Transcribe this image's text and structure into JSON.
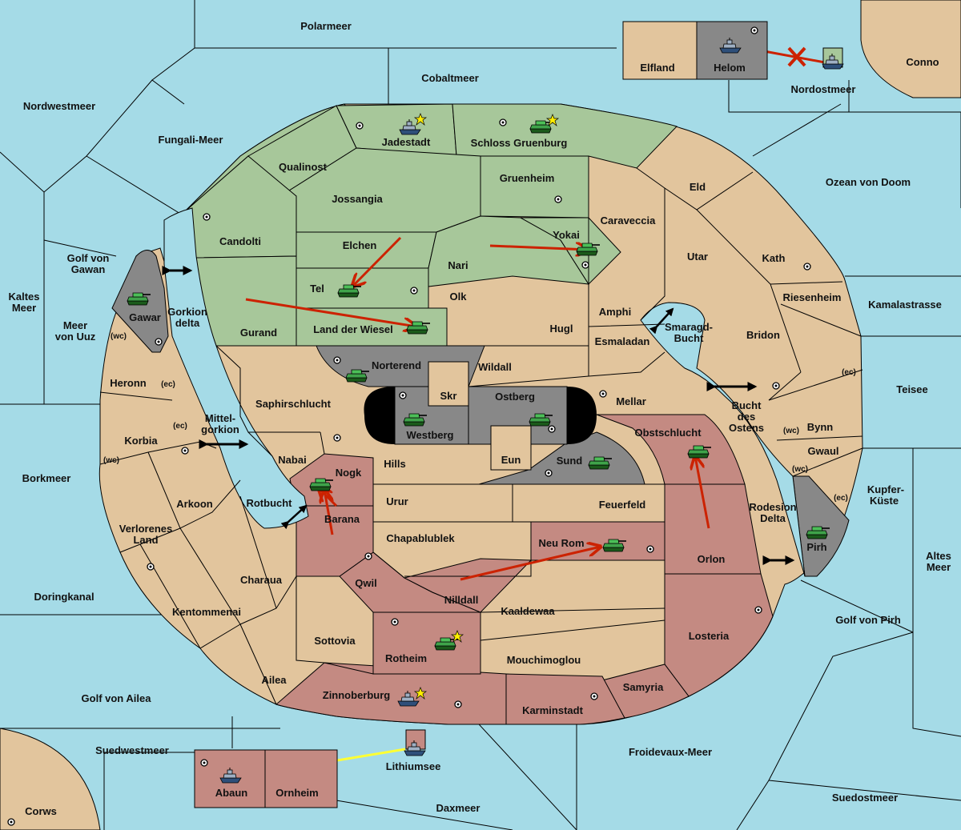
{
  "map": {
    "title": "",
    "colors": {
      "sea": "#a5dbe7",
      "neutral": "#e2c59d",
      "green_power": "#a7c79a",
      "red_power": "#c48a82",
      "impassable": "#888888",
      "order_red": "#cc2200",
      "order_yellow": "#ffff33"
    },
    "seas": {
      "polarmeer": "Polarmeer",
      "cobaltmeer": "Cobaltmeer",
      "nordwestmeer": "Nordwestmeer",
      "fungali_meer": "Fungali-Meer",
      "nordostmeer": "Nordostmeer",
      "ozean_von_doom": "Ozean von Doom",
      "kamalastrasse": "Kamalastrasse",
      "teisee": "Teisee",
      "kupfer_kueste": "Kupfer-Küste",
      "altes_meer": "Altes Meer",
      "golf_von_pirh": "Golf von Pirh",
      "suedostmeer": "Suedostmeer",
      "froidevaux_meer": "Froidevaux-Meer",
      "daxmeer": "Daxmeer",
      "lithiumsee": "Lithiumsee",
      "suedwestmeer": "Suedwestmeer",
      "golf_von_ailea": "Golf von Ailea",
      "doringkanal": "Doringkanal",
      "borkmeer": "Borkmeer",
      "kaltes_meer": "Kaltes Meer",
      "meer_von_uuz": "Meer von Uuz",
      "golf_von_gawan": "Golf von Gawan",
      "gorkion_delta": "Gorkion delta",
      "mittel_gorkion": "Mittel- gorkion",
      "rotbucht": "Rotbucht",
      "smaragd_bucht": "Smaragd- Bucht",
      "bucht_des_ostens": "Bucht des Ostens",
      "rodesion_delta": "Rodesion Delta",
      "conno": "Conno",
      "corws": "Corws"
    },
    "provinces": {
      "elfland": "Elfland",
      "helom": "Helom",
      "jadestadt": "Jadestadt",
      "schloss_gruenburg": "Schloss Gruenburg",
      "qualinost": "Qualinost",
      "jossangia": "Jossangia",
      "gruenheim": "Gruenheim",
      "candolti": "Candolti",
      "elchen": "Elchen",
      "nari": "Nari",
      "yokai": "Yokai",
      "caraveccia": "Caraveccia",
      "eld": "Eld",
      "utar": "Utar",
      "kath": "Kath",
      "riesenheim": "Riesenheim",
      "tel": "Tel",
      "olk": "Olk",
      "amphi": "Amphi",
      "gurand": "Gurand",
      "land_der_wiesel": "Land der Wiesel",
      "hugl": "Hugl",
      "esmaladan": "Esmaladan",
      "bridon": "Bridon",
      "gawar": "Gawar",
      "norterend": "Norterend",
      "wildall": "Wildall",
      "skr": "Skr",
      "ostberg": "Ostberg",
      "westberg": "Westberg",
      "mellar": "Mellar",
      "saphirschlucht": "Saphirschlucht",
      "heronn": "Heronn",
      "korbia": "Korbia",
      "nabai": "Nabai",
      "hills": "Hills",
      "eun": "Eun",
      "sund": "Sund",
      "obstschlucht": "Obstschlucht",
      "bynn": "Bynn",
      "gwaul": "Gwaul",
      "nogk": "Nogk",
      "arkoon": "Arkoon",
      "verlorenes_land": "Verlorenes Land",
      "barana": "Barana",
      "urur": "Urur",
      "feuerfeld": "Feuerfeld",
      "chapablublek": "Chapablublek",
      "neu_rom": "Neu Rom",
      "orlon": "Orlon",
      "pirh": "Pirh",
      "charaua": "Charaua",
      "qwil": "Qwil",
      "nilldall": "Nilldall",
      "kaaldewaa": "Kaaldewaa",
      "kentommenai": "Kentommenai",
      "sottovia": "Sottovia",
      "rotheim": "Rotheim",
      "mouchimoglou": "Mouchimoglou",
      "losteria": "Losteria",
      "ailea": "Ailea",
      "samyria": "Samyria",
      "zinnoberburg": "Zinnoberburg",
      "karminstadt": "Karminstadt",
      "abaun": "Abaun",
      "ornheim": "Ornheim"
    },
    "coast_tags": {
      "heronn_ec": "(ec)",
      "korbia_ec": "(ec)",
      "korbia_wc": "(wc)",
      "gawar_wc": "(wc)",
      "bridon_ec": "(ec)",
      "bynn_wc": "(wc)",
      "gwaul_wc": "(wc)",
      "gwaul_ec": "(ec)"
    },
    "units": {
      "fleets": [
        "Helom",
        "Nordostmeer",
        "Jadestadt",
        "Zinnoberburg",
        "Lithiumsee",
        "Abaun"
      ],
      "armies": [
        "Schloss Gruenburg",
        "Yokai",
        "Tel",
        "Land der Wiesel",
        "Gawar",
        "Norterend",
        "Westberg",
        "Ostberg",
        "Sund",
        "Obstschlucht",
        "Nogk",
        "Neu Rom",
        "Pirh",
        "Rotheim"
      ],
      "stars": [
        "Jadestadt",
        "Schloss Gruenburg",
        "Rotheim",
        "Zinnoberburg"
      ]
    }
  }
}
